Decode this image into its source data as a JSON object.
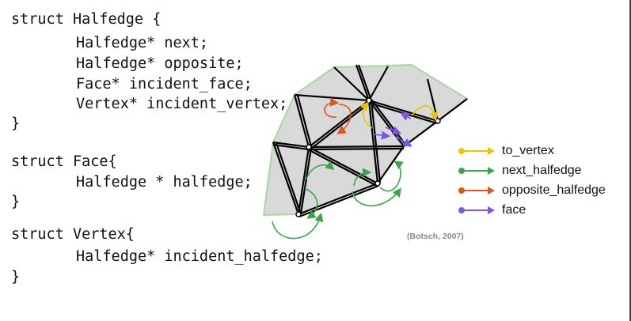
{
  "code": {
    "halfedge_struct": "struct Halfedge {",
    "halfedge_next": "Halfedge* next;",
    "halfedge_opposite": "Halfedge* opposite;",
    "halfedge_face": "Face* incident_face;",
    "halfedge_vertex": "Vertex* incident_vertex;",
    "close_brace": "}",
    "face_struct": "struct Face{",
    "face_halfedge": "Halfedge * halfedge;",
    "vertex_struct": "struct Vertex{",
    "vertex_halfedge": "Halfedge* incident_halfedge;"
  },
  "legend": [
    {
      "label": "to_vertex",
      "color": "#f2c200"
    },
    {
      "label": "next_halfedge",
      "color": "#3aa64a"
    },
    {
      "label": "opposite_halfedge",
      "color": "#e0541a"
    },
    {
      "label": "face",
      "color": "#7b55e8"
    }
  ],
  "credit": "(Botsch, 2007)",
  "colors": {
    "mesh_fill": "#d9d9d9",
    "mesh_border": "#a8d8a0"
  }
}
